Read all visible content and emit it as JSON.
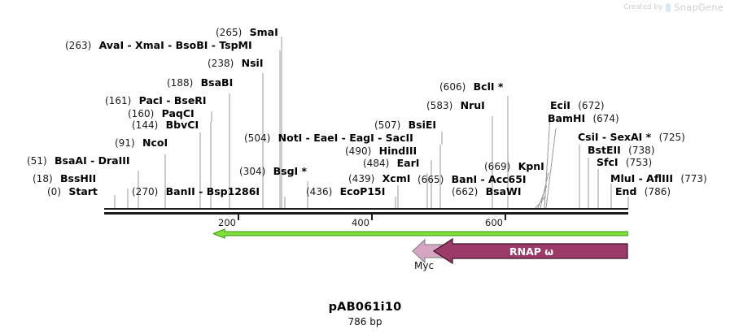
{
  "watermark": {
    "created_by": "Created by",
    "brand": "SnapGene",
    "logo_icon": "snapgene-bookmark-icon"
  },
  "plasmid": {
    "name": "pAB061i10",
    "length_label": "786 bp",
    "length_bp": 786
  },
  "ruler": {
    "ticks": [
      {
        "label": "200",
        "value": 200
      },
      {
        "label": "400",
        "value": 400
      },
      {
        "label": "600",
        "value": 600
      }
    ],
    "range": [
      0,
      786
    ]
  },
  "enzyme_labels": [
    {
      "id": "smai",
      "pos_text": "(265)",
      "names": "SmaI",
      "site": 265,
      "order": "pos-first"
    },
    {
      "id": "avai",
      "pos_text": "(263)",
      "names": "AvaI - XmaI - BsoBI - TspMI",
      "site": 263,
      "order": "pos-first"
    },
    {
      "id": "nsii",
      "pos_text": "(238)",
      "names": "NsiI",
      "site": 238,
      "order": "pos-first"
    },
    {
      "id": "bsabi",
      "pos_text": "(188)",
      "names": "BsaBI",
      "site": 188,
      "order": "pos-first"
    },
    {
      "id": "paci",
      "pos_text": "(161)",
      "names": "PacI - BseRI",
      "site": 161,
      "order": "pos-first"
    },
    {
      "id": "paqci",
      "pos_text": "(160)",
      "names": "PaqCI",
      "site": 160,
      "order": "pos-first"
    },
    {
      "id": "bbvci",
      "pos_text": "(144)",
      "names": "BbvCI",
      "site": 144,
      "order": "pos-first"
    },
    {
      "id": "ncoi",
      "pos_text": "(91)",
      "names": "NcoI",
      "site": 91,
      "order": "pos-first"
    },
    {
      "id": "bsaai",
      "pos_text": "(51)",
      "names": "BsaAI - DraIII",
      "site": 51,
      "order": "pos-first"
    },
    {
      "id": "bsshii",
      "pos_text": "(18)",
      "names": "BssHII",
      "site": 18,
      "order": "pos-first"
    },
    {
      "id": "start",
      "pos_text": "(0)",
      "names": "Start",
      "site": 0,
      "order": "pos-first",
      "style": "terminus"
    },
    {
      "id": "noti",
      "pos_text": "(504)",
      "names": "NotI - EaeI - EagI - SacII",
      "site": 504,
      "order": "pos-first"
    },
    {
      "id": "bsiei",
      "pos_text": "(507)",
      "names": "BsiEI",
      "site": 507,
      "order": "pos-first"
    },
    {
      "id": "hindiii",
      "pos_text": "(490)",
      "names": "HindIII",
      "site": 490,
      "order": "pos-first"
    },
    {
      "id": "eari",
      "pos_text": "(484)",
      "names": "EarI",
      "site": 484,
      "order": "pos-first"
    },
    {
      "id": "bsgi",
      "pos_text": "(304)",
      "names": "BsgI *",
      "site": 304,
      "order": "pos-first"
    },
    {
      "id": "banii",
      "pos_text": "(270)",
      "names": "BanII - Bsp1286I",
      "site": 270,
      "order": "pos-first"
    },
    {
      "id": "xcmi",
      "pos_text": "(439)",
      "names": "XcmI",
      "site": 439,
      "order": "pos-first"
    },
    {
      "id": "ecop15i",
      "pos_text": "(436)",
      "names": "EcoP15I",
      "site": 436,
      "order": "pos-first"
    },
    {
      "id": "bcli",
      "pos_text": "(606)",
      "names": "BclI *",
      "site": 606,
      "order": "pos-first"
    },
    {
      "id": "nrui",
      "pos_text": "(583)",
      "names": "NruI",
      "site": 583,
      "order": "pos-first"
    },
    {
      "id": "kpni",
      "pos_text": "(669)",
      "names": "KpnI",
      "site": 669,
      "order": "pos-first"
    },
    {
      "id": "bani",
      "pos_text": "(665)",
      "names": "BanI - Acc65I",
      "site": 665,
      "order": "pos-first"
    },
    {
      "id": "bsawi",
      "pos_text": "(662)",
      "names": "BsaWI",
      "site": 662,
      "order": "pos-first"
    },
    {
      "id": "ecii",
      "pos_text": "(672)",
      "names": "EciI",
      "site": 672,
      "order": "name-first"
    },
    {
      "id": "bamhi",
      "pos_text": "(674)",
      "names": "BamHI",
      "site": 674,
      "order": "name-first"
    },
    {
      "id": "csii",
      "pos_text": "(725)",
      "names": "CsiI - SexAI *",
      "site": 725,
      "order": "name-first"
    },
    {
      "id": "bstеii",
      "pos_text": "(738)",
      "names": "BstEII",
      "site": 738,
      "order": "name-first"
    },
    {
      "id": "sfci",
      "pos_text": "(753)",
      "names": "SfcI",
      "site": 753,
      "order": "name-first"
    },
    {
      "id": "mlui",
      "pos_text": "(773)",
      "names": "MluI - AflIII",
      "site": 773,
      "order": "name-first"
    },
    {
      "id": "end",
      "pos_text": "(786)",
      "names": "End",
      "site": 786,
      "order": "name-first",
      "style": "terminus"
    }
  ],
  "features": [
    {
      "id": "orf-green",
      "label": "",
      "color": "#7fe03b",
      "outline": "#3f9615",
      "direction": "left",
      "kind": "thin-arrow"
    },
    {
      "id": "myc",
      "label": "Myc",
      "color": "#d5a5c2",
      "outline": "#8a8a8a",
      "direction": "left",
      "kind": "block-arrow",
      "label_position": "below"
    },
    {
      "id": "rnap-omega",
      "label": "RNAP ω",
      "color": "#9c3a6a",
      "outline": "#3d1228",
      "direction": "left",
      "kind": "block-arrow",
      "label_position": "inside"
    }
  ],
  "colors": {
    "backbone": "#1c1c1c",
    "leader": "#9a9a9a",
    "green_feature": "#7fe03b",
    "myc_feature": "#d5a5c2",
    "rnap_feature": "#9c3a6a",
    "text": "#000000",
    "watermark": "#cfcfd4"
  }
}
